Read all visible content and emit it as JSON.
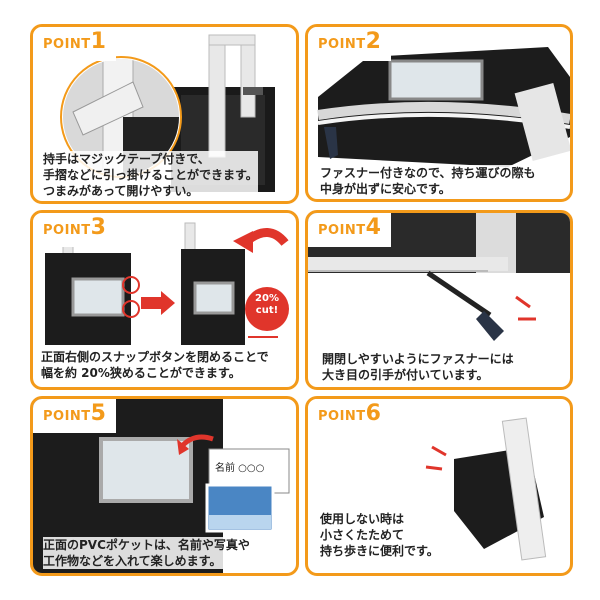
{
  "points": [
    {
      "word": "POINT",
      "num": "1",
      "lines": [
        "持手はマジックテープ付きで、",
        "手摺などに引っ掛けることができます。",
        "つまみがあって開けやすい。"
      ]
    },
    {
      "word": "POINT",
      "num": "2",
      "lines": [
        "ファスナー付きなので、持ち運びの際も",
        "中身が出ずに安心です。"
      ]
    },
    {
      "word": "POINT",
      "num": "3",
      "lines": [
        "正面右側のスナップボタンを閉めることで",
        "幅を約 20%狭めることができます。"
      ],
      "badge": [
        "20%",
        "cut!"
      ]
    },
    {
      "word": "POINT",
      "num": "4",
      "lines": [
        "開閉しやすいようにファスナーには",
        "大き目の引手が付いています。"
      ]
    },
    {
      "word": "POINT",
      "num": "5",
      "lines": [
        "正面のPVCポケットは、名前や写真や",
        "工作物などを入れて楽しめます。"
      ],
      "card": "名前 ○○○"
    },
    {
      "word": "POINT",
      "num": "6",
      "lines": [
        "使用しない時は",
        "小さくたためて",
        "持ち歩きに便利です。"
      ]
    }
  ],
  "colors": {
    "accent": "#f39a1a",
    "red": "#e0352b",
    "bag": "#1c1c1c"
  }
}
